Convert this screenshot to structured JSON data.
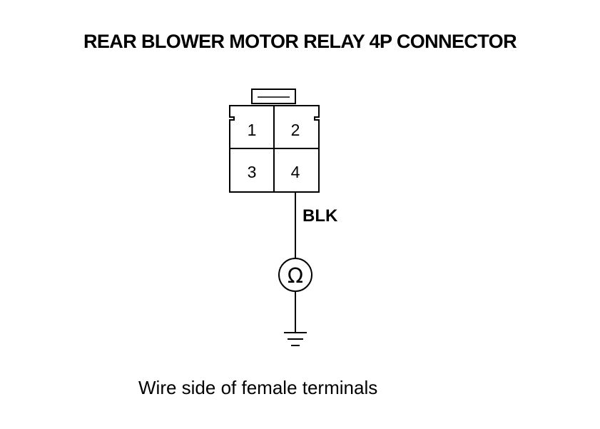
{
  "title": "REAR BLOWER MOTOR RELAY 4P CONNECTOR",
  "connector": {
    "pins": [
      "1",
      "2",
      "3",
      "4"
    ]
  },
  "wire": {
    "color_label": "BLK"
  },
  "meter": {
    "symbol": "Ω",
    "icon": "ohmmeter-icon"
  },
  "ground": {
    "icon": "ground-icon"
  },
  "caption": "Wire side of female terminals"
}
